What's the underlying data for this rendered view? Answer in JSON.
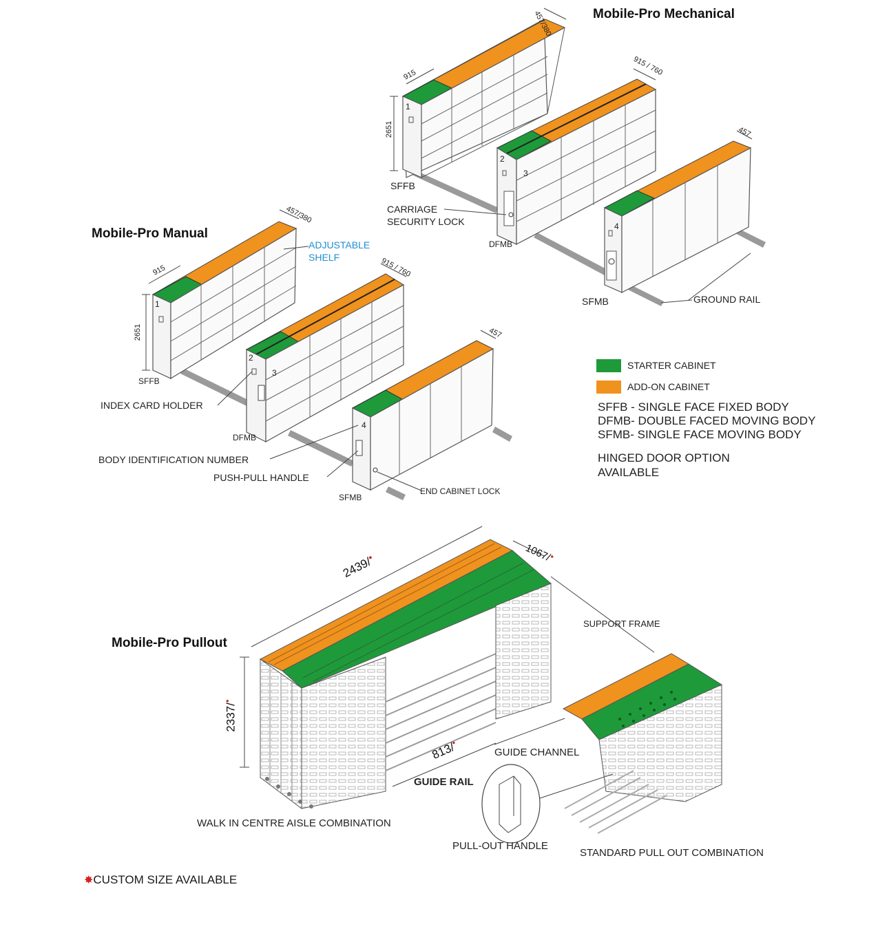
{
  "titles": {
    "mechanical": "Mobile-Pro Mechanical",
    "manual": "Mobile-Pro Manual",
    "pullout": "Mobile-Pro Pullout"
  },
  "mechanical": {
    "dim_sffb_depth": "457/380",
    "dim_sffb_width": "915",
    "dim_height": "2651",
    "dim_dfmb_depth": "915 / 760",
    "dim_sfmb_depth": "457",
    "sffb": "SFFB",
    "dfmb": "DFMB",
    "sfmb": "SFMB",
    "carriage_lock_line1": "CARRIAGE",
    "carriage_lock_line2": "SECURITY LOCK",
    "ground_rail": "GROUND RAIL",
    "num1": "1",
    "num2": "2",
    "num3": "3",
    "num4": "4"
  },
  "manual": {
    "dim_sffb_depth": "457/380",
    "dim_sffb_width": "915",
    "dim_height": "2651",
    "dim_dfmb_depth": "915 / 760",
    "dim_sfmb_depth": "457",
    "adjustable_line1": "ADJUSTABLE",
    "adjustable_line2": "SHELF",
    "sffb": "SFFB",
    "dfmb": "DFMB",
    "sfmb": "SFMB",
    "index_card_holder": "INDEX CARD HOLDER",
    "body_id_number": "BODY IDENTIFICATION NUMBER",
    "push_pull_handle": "PUSH-PULL HANDLE",
    "end_cabinet_lock": "END CABINET LOCK",
    "num1": "1",
    "num2": "2",
    "num3": "3",
    "num4": "4"
  },
  "legend": {
    "starter": "STARTER  CABINET",
    "addon": "ADD-ON  CABINET",
    "sffb": "SFFB - SINGLE FACE FIXED BODY",
    "dfmb": "DFMB- DOUBLE FACED MOVING BODY",
    "sfmb": "SFMB- SINGLE FACE  MOVING BODY",
    "hinged_line1": "HINGED DOOR OPTION",
    "hinged_line2": "AVAILABLE"
  },
  "pullout": {
    "dim_length": "2439/",
    "dim_depth": "1067/",
    "dim_height": "2337/",
    "dim_aisle": "813/",
    "support_frame": "SUPPORT FRAME",
    "guide_channel": "GUIDE CHANNEL",
    "guide_rail": "GUIDE RAIL",
    "walk_in": "WALK IN CENTRE AISLE COMBINATION",
    "pull_out_handle": "PULL-OUT HANDLE",
    "standard_pull_out": "STANDARD PULL OUT COMBINATION"
  },
  "footer": {
    "custom_size": "CUSTOM SIZE AVAILABLE",
    "star": "✸"
  },
  "colors": {
    "starter": "#1e9a3a",
    "addon": "#f0921e",
    "accent_blue": "#1f8fd1",
    "custom_star": "#d42020"
  }
}
